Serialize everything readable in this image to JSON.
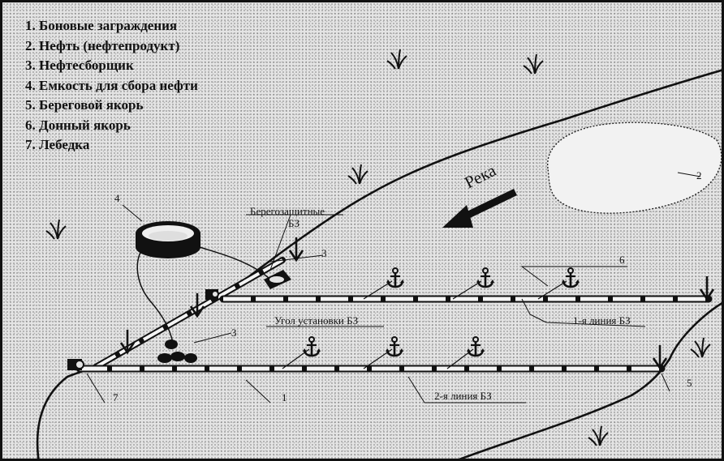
{
  "legend": [
    {
      "num": "1",
      "text": "Боновые заграждения"
    },
    {
      "num": "2",
      "text": "Нефть (нефтепродукт)"
    },
    {
      "num": "3",
      "text": "Нефтесборщик"
    },
    {
      "num": "4",
      "text": "Емкость для сбора нефти"
    },
    {
      "num": "5",
      "text": "Береговой якорь"
    },
    {
      "num": "6",
      "text": "Донный якорь"
    },
    {
      "num": "7",
      "text": "Лебедка"
    }
  ],
  "labels": {
    "river": "Река",
    "shore_bz_line1": "Берегозащитные",
    "shore_bz_line2": "БЗ",
    "install_angle": "Угол установки БЗ",
    "line1": "1-я линия БЗ",
    "line2": "2-я линия БЗ"
  },
  "callouts": {
    "n1": "1",
    "n2": "2",
    "n3a": "3",
    "n3b": "3",
    "n4": "4",
    "n5": "5",
    "n6": "6",
    "n7": "7"
  },
  "icons": [
    "grass-icon",
    "anchor-icon",
    "shore-anchor-icon",
    "river-arrow-icon",
    "winch-icon",
    "skimmer-icon",
    "tank-icon"
  ]
}
